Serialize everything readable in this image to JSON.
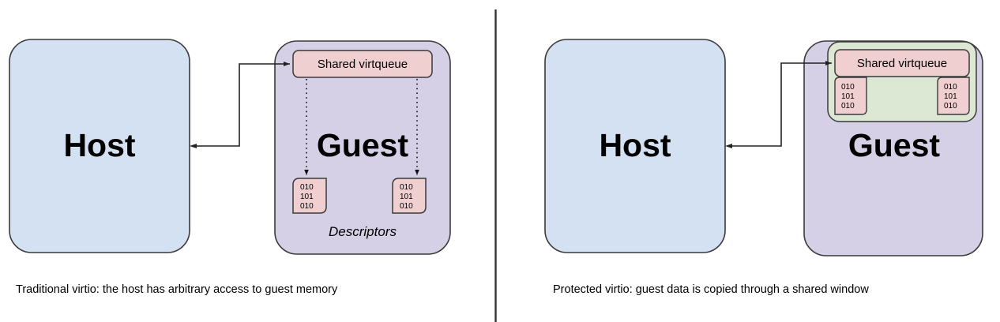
{
  "figure": {
    "type": "diagram",
    "title": "Traditional vs protected virtio memory access",
    "divider": {
      "name": "panel-divider",
      "color": "#333333"
    },
    "colors": {
      "host_fill": "#d4e1f2",
      "guest_fill": "#d5d0e5",
      "virtqueue_fill": "#f0cfd0",
      "descriptor_fill": "#f0cfd0",
      "shared_window_fill": "#dce8d3",
      "stroke": "#3a3a3a",
      "text": "#000000"
    },
    "panels": [
      {
        "id": "left",
        "caption": "Traditional virtio: the host has arbitrary access to guest memory",
        "host": {
          "label": "Host"
        },
        "guest": {
          "label": "Guest",
          "virtqueue": {
            "label": "Shared virtqueue"
          },
          "descriptors_label": "Descriptors",
          "descriptors": [
            {
              "lines": [
                "010",
                "101",
                "010"
              ]
            },
            {
              "lines": [
                "010",
                "101",
                "010"
              ]
            }
          ],
          "has_shared_window": false
        },
        "connector": {
          "name": "host-to-virtqueue-arrow",
          "description": "double-headed elbow connector between Host and Shared virtqueue",
          "style": "solid"
        },
        "descriptor_links": {
          "style": "dotted",
          "direction": "virtqueue-to-descriptor"
        }
      },
      {
        "id": "right",
        "caption": "Protected virtio: guest data is copied through a shared window",
        "host": {
          "label": "Host"
        },
        "guest": {
          "label": "Guest",
          "virtqueue": {
            "label": "Shared virtqueue"
          },
          "descriptors_label": "",
          "descriptors": [
            {
              "lines": [
                "010",
                "101",
                "010"
              ]
            },
            {
              "lines": [
                "010",
                "101",
                "010"
              ]
            }
          ],
          "has_shared_window": true
        },
        "connector": {
          "name": "host-to-virtqueue-arrow",
          "description": "double-headed elbow connector between Host and Shared virtqueue",
          "style": "solid"
        },
        "descriptor_links": {
          "style": "none",
          "direction": ""
        }
      }
    ]
  }
}
